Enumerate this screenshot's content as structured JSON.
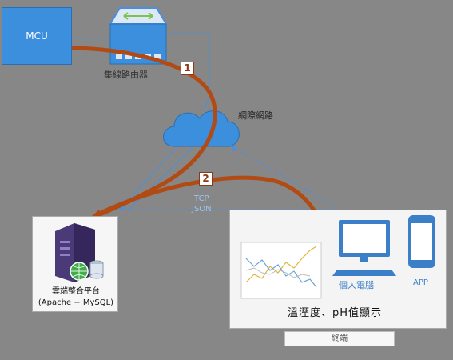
{
  "nodes": {
    "mcu": "MCU",
    "router": "集線路由器",
    "internet": "網際網路",
    "protocol": [
      "TCP",
      "JSON"
    ],
    "cloud_platform": [
      "雲端整合平台",
      "(Apache + MySQL)"
    ],
    "pc": "個人電腦",
    "app": "APP",
    "display": "溫溼度、pH值顯示",
    "terminal": "終端"
  },
  "steps": [
    "1",
    "2"
  ],
  "colors": {
    "background": "#878787",
    "mcu_fill": "#3c8fdd",
    "flow_arrow": "#b24a14",
    "link_line": "#4a8fe0",
    "device_blue": "#3a7fc8"
  },
  "icons": [
    "router-icon",
    "cloud-icon",
    "server-icon",
    "globe-icon",
    "database-icon",
    "chart-thumbnail",
    "monitor-icon",
    "keyboard-icon",
    "phone-icon"
  ]
}
